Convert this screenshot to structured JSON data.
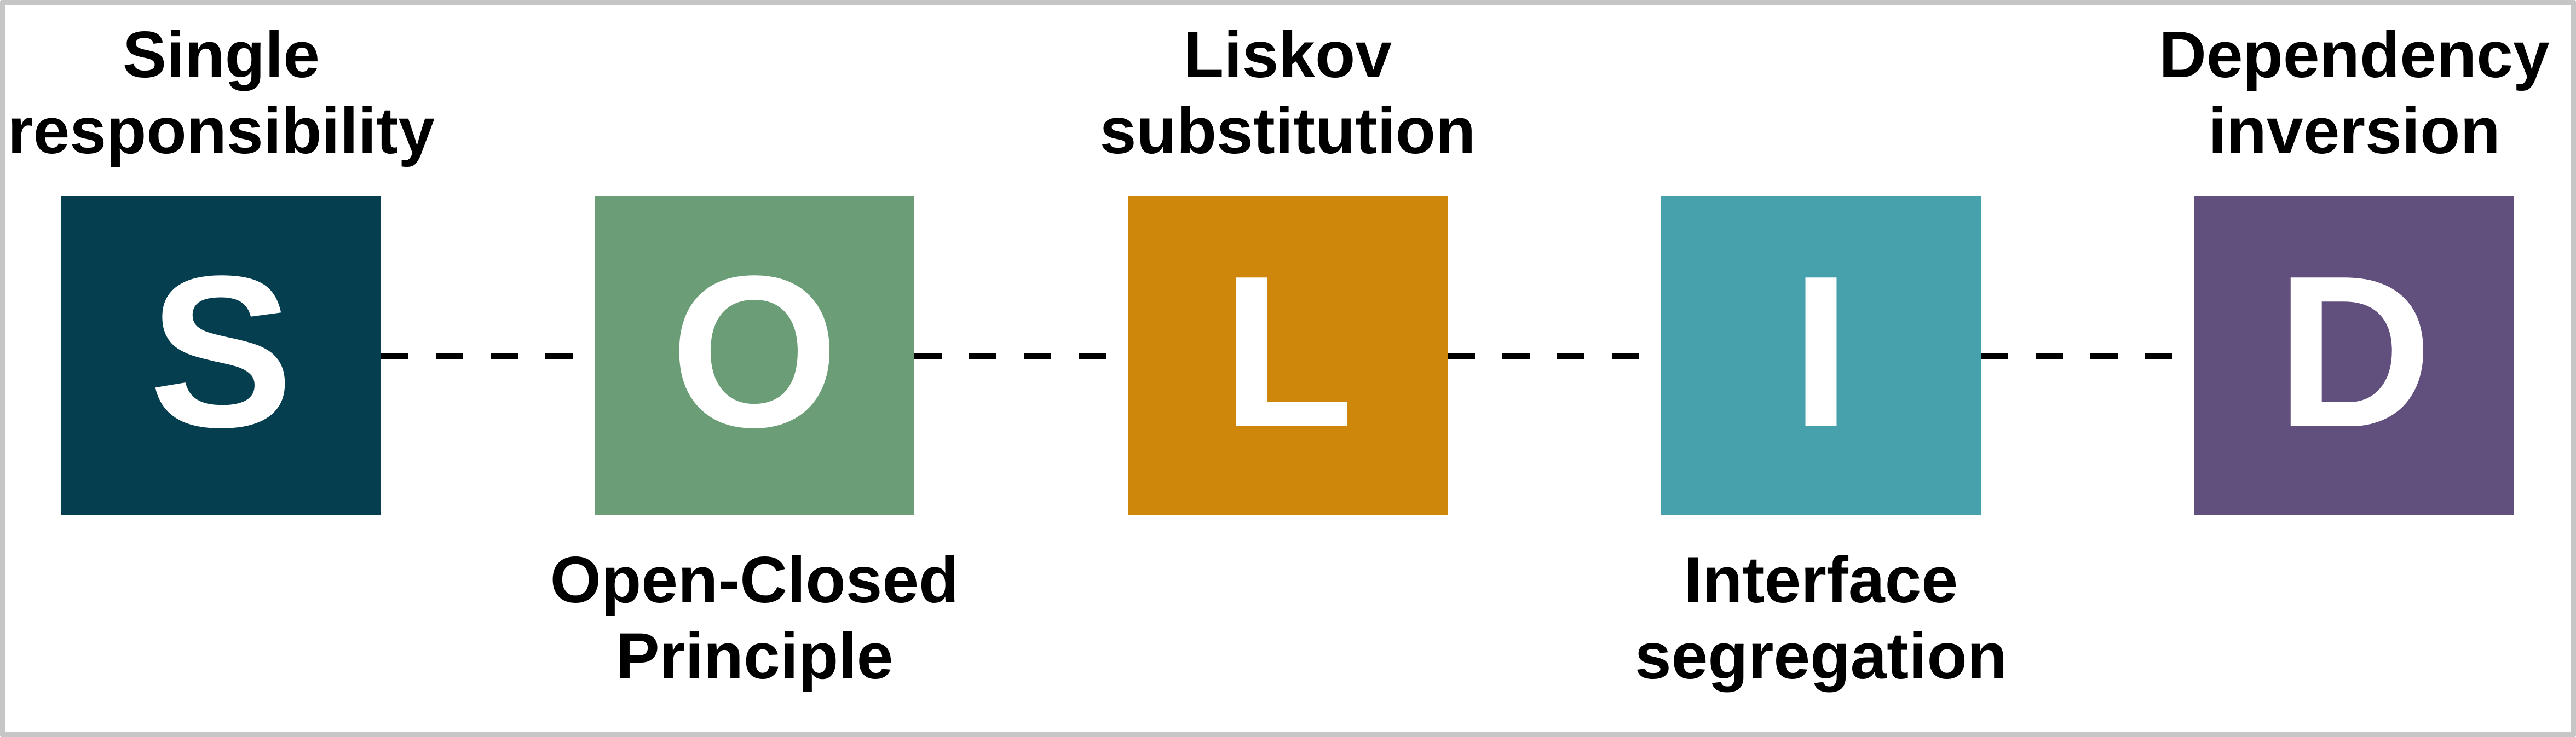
{
  "frame": {
    "border_color": "#C6C6C6",
    "background_color": "#FFFFFF"
  },
  "connector": {
    "type": "dashed-line",
    "color": "#000000"
  },
  "text": {
    "letter_color": "#FFFFFF",
    "label_color": "#000000"
  },
  "principles": [
    {
      "letter": "S",
      "label": "Single\nresponsibility",
      "label_position": "top",
      "color": "#053E4E"
    },
    {
      "letter": "O",
      "label": "Open-Closed\nPrinciple",
      "label_position": "bottom",
      "color": "#6B9E77"
    },
    {
      "letter": "L",
      "label": "Liskov\nsubstitution",
      "label_position": "top",
      "color": "#CE860B"
    },
    {
      "letter": "I",
      "label": "Interface\nsegregation",
      "label_position": "bottom",
      "color": "#47A1AC"
    },
    {
      "letter": "D",
      "label": "Dependency\ninversion",
      "label_position": "top",
      "color": "#614F7E"
    }
  ]
}
